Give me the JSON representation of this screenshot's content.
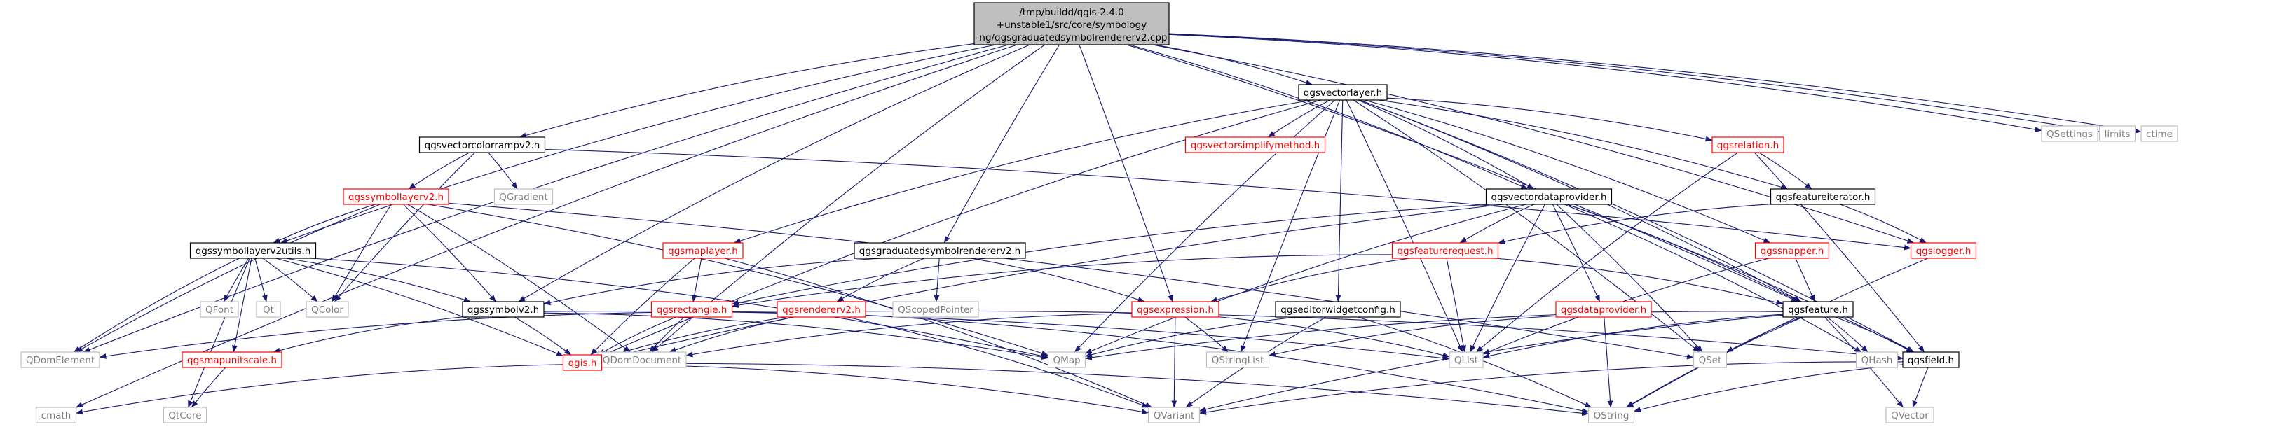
{
  "colors": {
    "root_fill": "#bfbfbf",
    "root_border": "#000000",
    "normal_border": "#000000",
    "missing_border": "#bfbfbf",
    "red_border": "#ff0000",
    "red_text": "#ff0000",
    "gray_text": "#808080",
    "edge": "#191970"
  },
  "root": {
    "label_lines": [
      "/tmp/buildd/qgis-2.4.0",
      "+unstable1/src/core/symbology",
      "-ng/qgsgraduatedsymbolrendererv2.cpp"
    ]
  },
  "nodes": [
    {
      "id": "qgsvectorlayer",
      "label": "qgsvectorlayer.h",
      "style": "normal"
    },
    {
      "id": "qsettings",
      "label": "QSettings",
      "style": "missing"
    },
    {
      "id": "limits",
      "label": "limits",
      "style": "missing"
    },
    {
      "id": "ctime",
      "label": "ctime",
      "style": "missing"
    },
    {
      "id": "qgsvectorcolorrampv2",
      "label": "qgsvectorcolorrampv2.h",
      "style": "normal"
    },
    {
      "id": "qgsvectorsimplify",
      "label": "qgsvectorsimplifymethod.h",
      "style": "red"
    },
    {
      "id": "qgsrelation",
      "label": "qgsrelation.h",
      "style": "red"
    },
    {
      "id": "qgssymbollayerv2",
      "label": "qgssymbollayerv2.h",
      "style": "red"
    },
    {
      "id": "qgradient",
      "label": "QGradient",
      "style": "missing"
    },
    {
      "id": "qgsfeatureiterator",
      "label": "qgsfeatureiterator.h",
      "style": "normal"
    },
    {
      "id": "qgsvectordataprovider",
      "label": "qgsvectordataprovider.h",
      "style": "normal"
    },
    {
      "id": "qgssymbollayerv2utils",
      "label": "qgssymbollayerv2utils.h",
      "style": "normal"
    },
    {
      "id": "qgsmaplayer",
      "label": "qgsmaplayer.h",
      "style": "red"
    },
    {
      "id": "qgsgraduatedrendererh",
      "label": "qgsgraduatedsymbolrendererv2.h",
      "style": "normal"
    },
    {
      "id": "qgsfeaturerequest",
      "label": "qgsfeaturerequest.h",
      "style": "red"
    },
    {
      "id": "qgssnapper",
      "label": "qgssnapper.h",
      "style": "red"
    },
    {
      "id": "qgslogger",
      "label": "qgslogger.h",
      "style": "red"
    },
    {
      "id": "qfont",
      "label": "QFont",
      "style": "missing"
    },
    {
      "id": "qt",
      "label": "Qt",
      "style": "missing"
    },
    {
      "id": "qcolor",
      "label": "QColor",
      "style": "missing"
    },
    {
      "id": "qgssymbolv2",
      "label": "qgssymbolv2.h",
      "style": "normal"
    },
    {
      "id": "qgsrectangle",
      "label": "qgsrectangle.h",
      "style": "red"
    },
    {
      "id": "qgsrendererv2",
      "label": "qgsrendererv2.h",
      "style": "red"
    },
    {
      "id": "qscopedpointer",
      "label": "QScopedPointer",
      "style": "missing"
    },
    {
      "id": "qgsexpression",
      "label": "qgsexpression.h",
      "style": "red"
    },
    {
      "id": "qgseditorwidgetconfig",
      "label": "qgseditorwidgetconfig.h",
      "style": "normal"
    },
    {
      "id": "qgsdataprovider",
      "label": "qgsdataprovider.h",
      "style": "red"
    },
    {
      "id": "qgsfeature",
      "label": "qgsfeature.h",
      "style": "normal"
    },
    {
      "id": "qdomelement",
      "label": "QDomElement",
      "style": "missing"
    },
    {
      "id": "qgsmapunitscale",
      "label": "qgsmapunitscale.h",
      "style": "red"
    },
    {
      "id": "qdomdocument",
      "label": "QDomDocument",
      "style": "missing"
    },
    {
      "id": "qmap",
      "label": "QMap",
      "style": "missing"
    },
    {
      "id": "qgis",
      "label": "qgis.h",
      "style": "red"
    },
    {
      "id": "qstringlist",
      "label": "QStringList",
      "style": "missing"
    },
    {
      "id": "qlist",
      "label": "QList",
      "style": "missing"
    },
    {
      "id": "qset",
      "label": "QSet",
      "style": "missing"
    },
    {
      "id": "qhash",
      "label": "QHash",
      "style": "missing"
    },
    {
      "id": "qgsfield",
      "label": "qgsfield.h",
      "style": "normal"
    },
    {
      "id": "cmath",
      "label": "cmath",
      "style": "missing"
    },
    {
      "id": "qtcore",
      "label": "QtCore",
      "style": "missing"
    },
    {
      "id": "qvariant",
      "label": "QVariant",
      "style": "missing"
    },
    {
      "id": "qstring",
      "label": "QString",
      "style": "missing"
    },
    {
      "id": "qvector",
      "label": "QVector",
      "style": "missing"
    }
  ],
  "edges": [
    [
      "root",
      "qgsvectorlayer"
    ],
    [
      "root",
      "qsettings"
    ],
    [
      "root",
      "limits"
    ],
    [
      "root",
      "ctime"
    ],
    [
      "root",
      "qgsvectorcolorrampv2"
    ],
    [
      "root",
      "qgssymbollayerv2utils"
    ],
    [
      "root",
      "qgssymbolv2"
    ],
    [
      "root",
      "qgsgraduatedrendererh"
    ],
    [
      "root",
      "qgsexpression"
    ],
    [
      "root",
      "qgslogger"
    ],
    [
      "root",
      "qgsvectordataprovider"
    ],
    [
      "root",
      "qgsfeature"
    ],
    [
      "root",
      "qdomelement"
    ],
    [
      "root",
      "qdomdocument"
    ],
    [
      "root",
      "cmath"
    ],
    [
      "qgsvectorlayer",
      "qgsvectorsimplify"
    ],
    [
      "qgsvectorlayer",
      "qgsrelation"
    ],
    [
      "qgsvectorlayer",
      "qgsfeatureiterator"
    ],
    [
      "qgsvectorlayer",
      "qgsvectordataprovider"
    ],
    [
      "qgsvectorlayer",
      "qgsmaplayer"
    ],
    [
      "qgsvectorlayer",
      "qgssnapper"
    ],
    [
      "qgsvectorlayer",
      "qgseditorwidgetconfig"
    ],
    [
      "qgsvectorlayer",
      "qmap"
    ],
    [
      "qgsvectorlayer",
      "qstringlist"
    ],
    [
      "qgsvectorlayer",
      "qlist"
    ],
    [
      "qgsvectorlayer",
      "qset"
    ],
    [
      "qgsvectorlayer",
      "qgsfeature"
    ],
    [
      "qgsvectorlayer",
      "qgsfield"
    ],
    [
      "qgsvectorlayer",
      "qgis"
    ],
    [
      "qgsvectorcolorrampv2",
      "qgssymbollayerv2"
    ],
    [
      "qgsvectorcolorrampv2",
      "qgradient"
    ],
    [
      "qgsvectorcolorrampv2",
      "qcolor"
    ],
    [
      "qgsvectorcolorrampv2",
      "qgslogger"
    ],
    [
      "qgssymbollayerv2",
      "qgssymbollayerv2utils"
    ],
    [
      "qgssymbollayerv2",
      "qgssymbolv2"
    ],
    [
      "qgssymbollayerv2",
      "qcolor"
    ],
    [
      "qgssymbollayerv2",
      "qmap"
    ],
    [
      "qgssymbollayerv2",
      "qset"
    ],
    [
      "qgssymbollayerv2",
      "qdomdocument"
    ],
    [
      "qgssymbollayerv2",
      "qdomelement"
    ],
    [
      "qgsrelation",
      "qgsfeatureiterator"
    ],
    [
      "qgsrelation",
      "qlist"
    ],
    [
      "qgsrelation",
      "qgsfield"
    ],
    [
      "qgsfeatureiterator",
      "qgsfeaturerequest"
    ],
    [
      "qgsfeatureiterator",
      "qgslogger"
    ],
    [
      "qgsvectordataprovider",
      "qgsfeaturerequest"
    ],
    [
      "qgsvectordataprovider",
      "qgsdataprovider"
    ],
    [
      "qgsvectordataprovider",
      "qgsfeature"
    ],
    [
      "qgsvectordataprovider",
      "qgsfield"
    ],
    [
      "qgsvectordataprovider",
      "qmap"
    ],
    [
      "qgsvectordataprovider",
      "qlist"
    ],
    [
      "qgsvectordataprovider",
      "qset"
    ],
    [
      "qgsvectordataprovider",
      "qhash"
    ],
    [
      "qgsvectordataprovider",
      "qgsrectangle"
    ],
    [
      "qgsvectordataprovider",
      "qgis"
    ],
    [
      "qgssymbollayerv2utils",
      "qfont"
    ],
    [
      "qgssymbollayerv2utils",
      "qt"
    ],
    [
      "qgssymbollayerv2utils",
      "qcolor"
    ],
    [
      "qgssymbollayerv2utils",
      "qgssymbolv2"
    ],
    [
      "qgssymbollayerv2utils",
      "qgsmapunitscale"
    ],
    [
      "qgssymbollayerv2utils",
      "qdomelement"
    ],
    [
      "qgssymbollayerv2utils",
      "qtcore"
    ],
    [
      "qgssymbollayerv2utils",
      "qmap"
    ],
    [
      "qgssymbollayerv2utils",
      "qgis"
    ],
    [
      "qgsmaplayer",
      "qgsrectangle"
    ],
    [
      "qgsmaplayer",
      "qgis"
    ],
    [
      "qgsmaplayer",
      "qvariant"
    ],
    [
      "qgsgraduatedrendererh",
      "qgsrendererv2"
    ],
    [
      "qgsgraduatedrendererh",
      "qgssymbolv2"
    ],
    [
      "qgsgraduatedrendererh",
      "qgsexpression"
    ],
    [
      "qgsgraduatedrendererh",
      "qscopedpointer"
    ],
    [
      "qgsfeaturerequest",
      "qgsfeature"
    ],
    [
      "qgsfeaturerequest",
      "qgsrectangle"
    ],
    [
      "qgsfeaturerequest",
      "qgsexpression"
    ],
    [
      "qgsfeaturerequest",
      "qlist"
    ],
    [
      "qgssnapper",
      "qgsfeature"
    ],
    [
      "qgssnapper",
      "qlist"
    ],
    [
      "qgslogger",
      "qstring"
    ],
    [
      "qgssymbolv2",
      "qgis"
    ],
    [
      "qgssymbolv2",
      "qgsmapunitscale"
    ],
    [
      "qgssymbolv2",
      "qmap"
    ],
    [
      "qgssymbolv2",
      "qlist"
    ],
    [
      "qgsrectangle",
      "qdomdocument"
    ],
    [
      "qgsrectangle",
      "qgis"
    ],
    [
      "qgsrendererv2",
      "qgis"
    ],
    [
      "qgsrendererv2",
      "qdomdocument"
    ],
    [
      "qgsrendererv2",
      "qdomelement"
    ],
    [
      "qgsrendererv2",
      "qvariant"
    ],
    [
      "qgsrendererv2",
      "qstring"
    ],
    [
      "qgsrendererv2",
      "qgsfield"
    ],
    [
      "qgsexpression",
      "qstringlist"
    ],
    [
      "qgsexpression",
      "qvariant"
    ],
    [
      "qgsexpression",
      "qlist"
    ],
    [
      "qgsexpression",
      "qdomdocument"
    ],
    [
      "qgseditorwidgetconfig",
      "qmap"
    ],
    [
      "qgseditorwidgetconfig",
      "qvariant"
    ],
    [
      "qgseditorwidgetconfig",
      "qstring"
    ],
    [
      "qgsdataprovider",
      "qstringlist"
    ],
    [
      "qgsdataprovider",
      "qstring"
    ],
    [
      "qgsfeature",
      "qmap"
    ],
    [
      "qgsfeature",
      "qlist"
    ],
    [
      "qgsfeature",
      "qset"
    ],
    [
      "qgsfeature",
      "qhash"
    ],
    [
      "qgsfeature",
      "qgsfield"
    ],
    [
      "qgsfeature",
      "qvariant"
    ],
    [
      "qgsfeature",
      "qstring"
    ],
    [
      "qgsfeature",
      "qvector"
    ],
    [
      "qgsmapunitscale",
      "qtcore"
    ],
    [
      "qgis",
      "qvariant"
    ],
    [
      "qgis",
      "cmath"
    ],
    [
      "qgis",
      "qstring"
    ],
    [
      "qgsfield",
      "qvariant"
    ],
    [
      "qgsfield",
      "qstring"
    ],
    [
      "qgsfield",
      "qvector"
    ]
  ]
}
